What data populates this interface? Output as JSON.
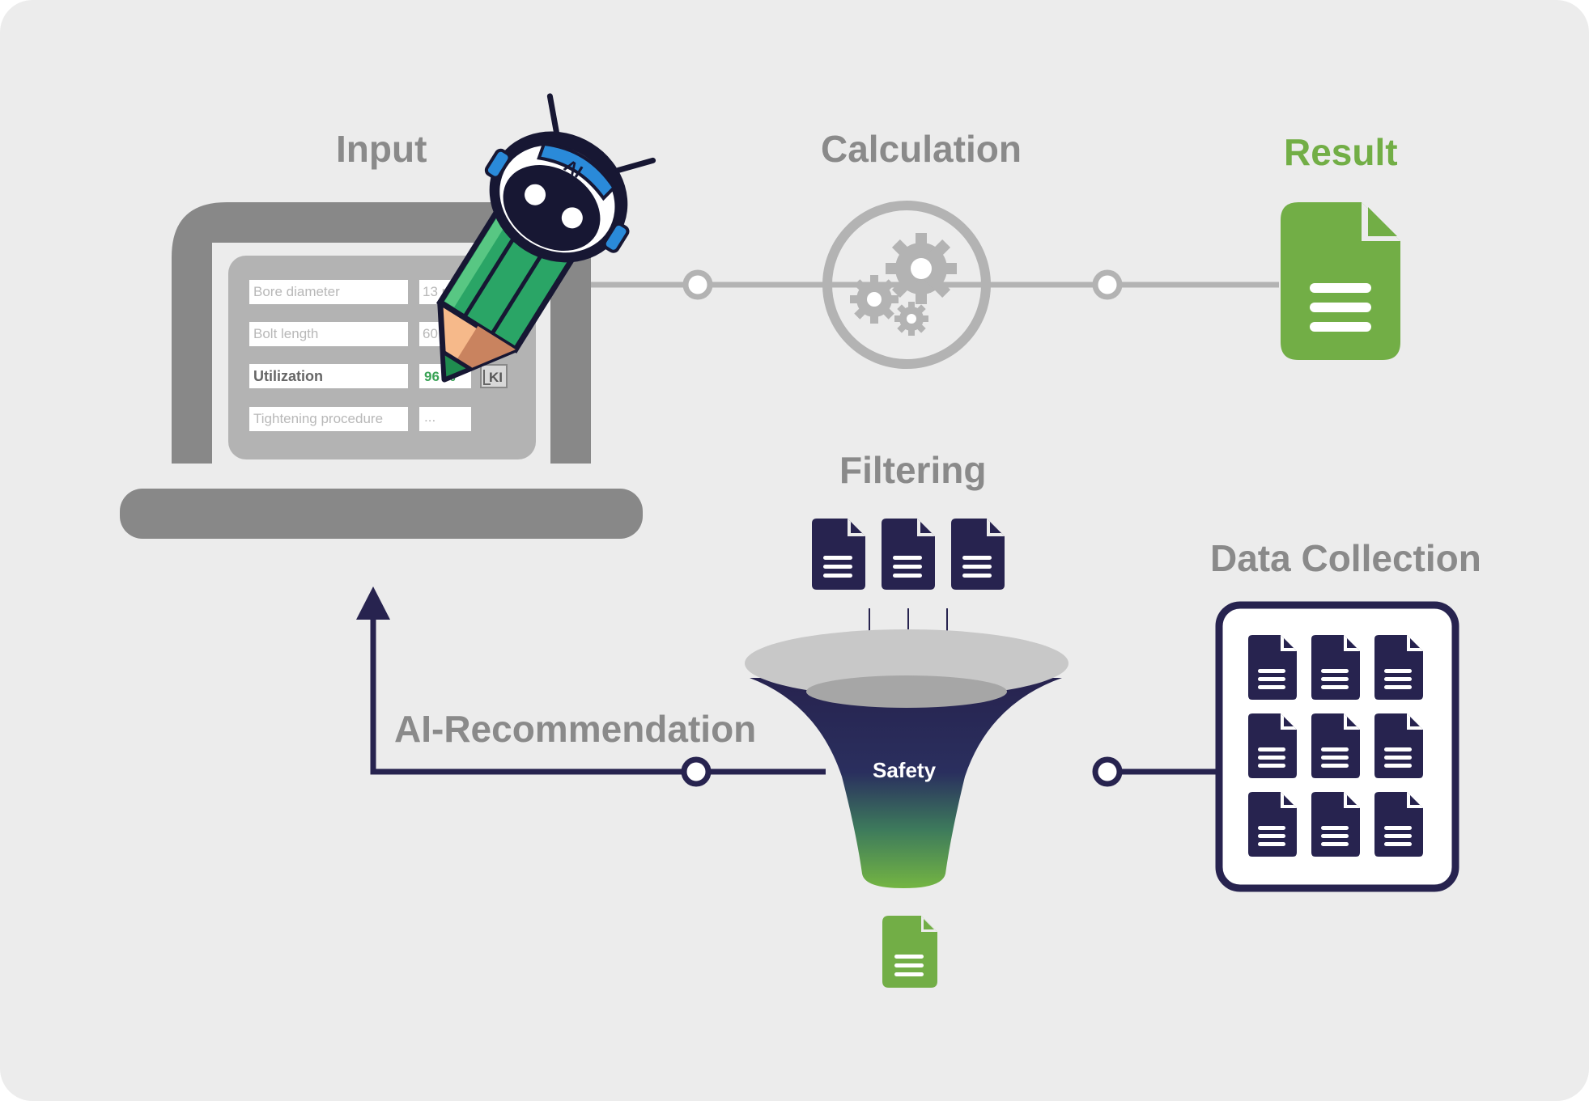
{
  "stages": {
    "input": "Input",
    "calculation": "Calculation",
    "result": "Result",
    "filtering": "Filtering",
    "data_collection": "Data Collection",
    "recommendation": "AI-Recommendation"
  },
  "form": {
    "rows": [
      {
        "label": "Bore diameter",
        "value": "13 mm"
      },
      {
        "label": "Bolt length",
        "value": "60 mm"
      },
      {
        "label": "Utilization",
        "value": "96 %"
      },
      {
        "label": "Tightening procedure",
        "value": "..."
      }
    ],
    "ai_button": "KI"
  },
  "robot": {
    "visor": "AI"
  },
  "funnel": {
    "label": "Safety"
  },
  "colors": {
    "background": "#ececec",
    "grey_dark": "#888888",
    "grey_light": "#b3b3b3",
    "navy": "#27234f",
    "green": "#72ae46",
    "text_grey": "#8a8a8a"
  },
  "icons": [
    "robot-pencil-icon",
    "gears-icon",
    "document-icon",
    "funnel-icon",
    "arrow-up-icon"
  ]
}
